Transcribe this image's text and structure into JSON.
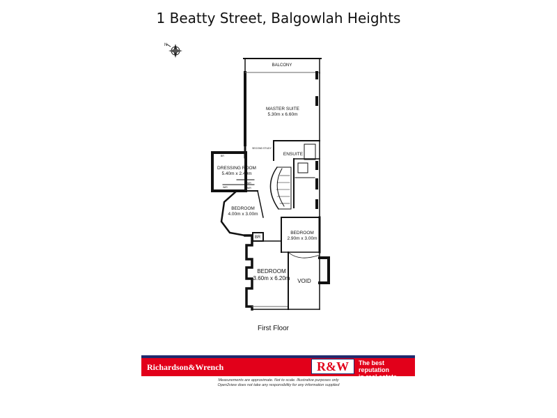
{
  "title": "1 Beatty Street, Balgowlah Heights",
  "compass": {
    "icon": "north-arrow-icon"
  },
  "rooms": {
    "balcony": "BALCONY",
    "master_suite": "MASTER SUITE",
    "master_suite_dims": "5.30m x 6.60m",
    "second_study": "SECOND STUDY",
    "ensuite": "ENSUITE",
    "dressing_room": "DRESSING ROOM",
    "dressing_room_dims": "5.40m x 2.40m",
    "bedroom_west": "BEDROOM",
    "bedroom_west_dims": "4.00m x 3.00m",
    "bedroom_east": "BEDROOM",
    "bedroom_east_dims": "2.90m x 3.00m",
    "bedroom_south": "BEDROOM",
    "bedroom_south_dims": "3.60m x 6.20m",
    "void": "VOID",
    "br_south": "BR",
    "br_dressing": "BR",
    "wir_a": "WIR",
    "wir_b": "WIR",
    "wir_c": "WIR"
  },
  "floor_label": "First Floor",
  "banner": {
    "brand": "Richardson&Wrench",
    "logo": "R&W",
    "tagline_line1": "The best reputation",
    "tagline_line2": "in real estate",
    "color_red": "#e2001a",
    "color_navy": "#1f2a6e"
  },
  "disclaimer": {
    "line1": "Measurements are approximate. Not to scale. Illustrative purposes only",
    "line2": "Open2view does not take any responsibility for any information supplied"
  }
}
